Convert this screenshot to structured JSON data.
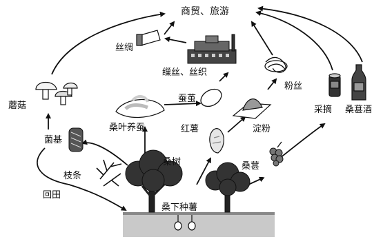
{
  "diagram": {
    "nodes": {
      "trade_tourism": "商贸、旅游",
      "silk_cloth": "丝绸",
      "silk_weaving": "缫丝、丝织",
      "vermicelli": "粉丝",
      "cocoon": "蚕茧",
      "mushroom": "蘑菇",
      "fungus_base": "菌基",
      "silkworm": "桑叶养蚕",
      "sweet_potato": "红薯",
      "starch": "淀粉",
      "picking": "采摘",
      "mulberry_wine": "桑葚酒",
      "branches": "枝条",
      "mulberry_tree": "桑树",
      "mulberry_fruit": "桑葚",
      "return_field": "回田",
      "under_planting": "桑下种薯"
    }
  }
}
